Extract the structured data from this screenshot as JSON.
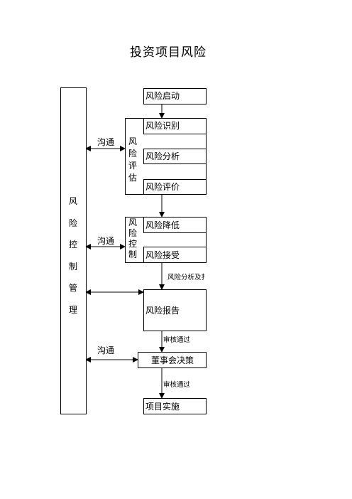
{
  "title": "投资项目风险",
  "left_panel": {
    "label": "风险控制管理"
  },
  "steps": {
    "start": "风险启动",
    "identify": "风险识别",
    "analyze": "风险分析",
    "evaluate": "风险评价",
    "reduce": "风险降低",
    "accept": "风险接受",
    "report": "风险报告",
    "board": "董事会决策",
    "implement": "项目实施"
  },
  "groups": {
    "assessment": "风险评估",
    "control": "风险控制"
  },
  "labels": {
    "comm1": "沟通",
    "comm2": "沟通",
    "comm3": "沟通",
    "analysis_note": "风险分析及扌",
    "approved1": "审核通过",
    "approved2": "审核通过"
  }
}
